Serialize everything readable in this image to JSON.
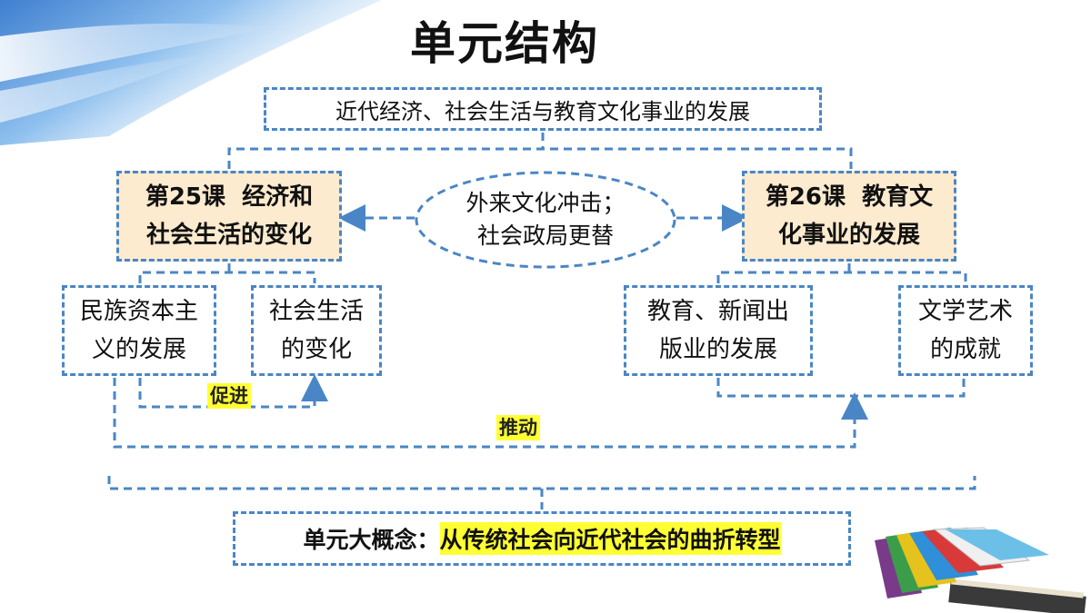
{
  "title": "单元结构",
  "topic": "近代经济、社会生活与教育文化事业的发展",
  "center_ellipse": {
    "line1": "外来文化冲击；",
    "line2": "社会政局更替"
  },
  "lesson_left": {
    "line1": "第25课  经济和",
    "line2": "社会生活的变化"
  },
  "lesson_right": {
    "line1": "第26课  教育文",
    "line2": "化事业的发展"
  },
  "sub_topics": [
    {
      "line1": "民族资本主",
      "line2": "义的发展"
    },
    {
      "line1": "社会生活",
      "line2": "的变化"
    },
    {
      "line1": "教育、新闻出",
      "line2": "版业的发展"
    },
    {
      "line1": "文学艺术",
      "line2": "的成就"
    }
  ],
  "relations": {
    "promote": "促进",
    "drive": "推动"
  },
  "big_idea": {
    "label": "单元大概念：",
    "value": "从传统社会向近代社会的曲折转型"
  },
  "colors": {
    "dash_line": "#4a86c5",
    "lesson_fill": "#fcebcf",
    "highlight": "#ffff33"
  },
  "icons": {
    "corner": "blue-sky-decoration",
    "books": "stacked-books-illustration"
  }
}
